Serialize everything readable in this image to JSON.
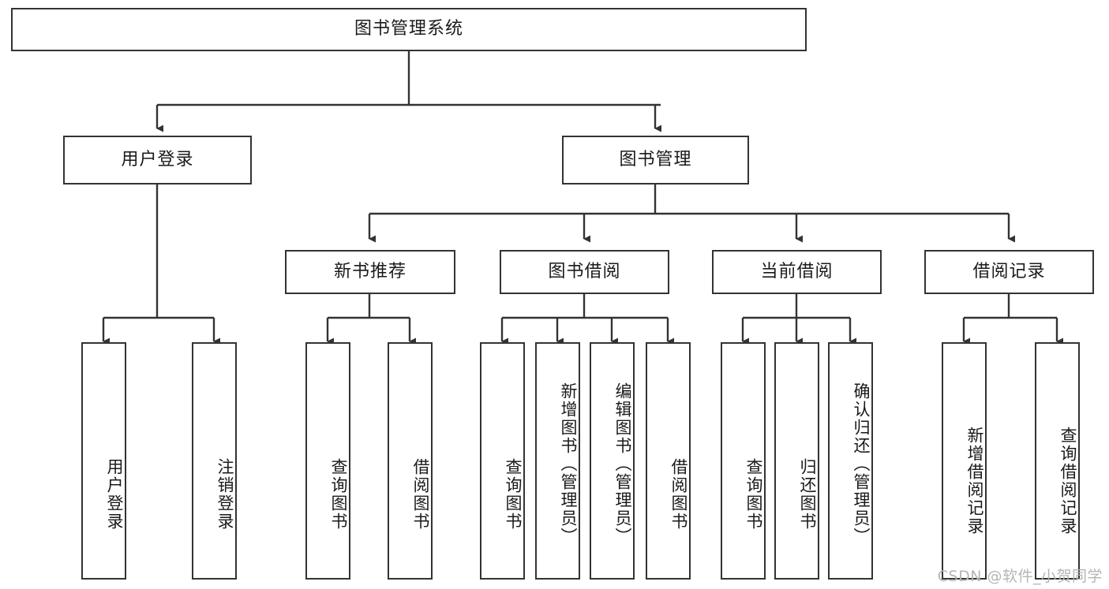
{
  "diagram": {
    "title": "图书管理系统",
    "root": {
      "label": "图书管理系统"
    },
    "level2": [
      {
        "label": "用户登录"
      },
      {
        "label": "图书管理"
      }
    ],
    "level3": [
      {
        "label": "新书推荐"
      },
      {
        "label": "图书借阅"
      },
      {
        "label": "当前借阅"
      },
      {
        "label": "借阅记录"
      }
    ],
    "leaves": {
      "user_login": [
        {
          "label": "用户登录"
        },
        {
          "label": "注销登录"
        }
      ],
      "new_book_recommend": [
        {
          "label": "查询图书"
        },
        {
          "label": "借阅图书"
        }
      ],
      "book_borrow": [
        {
          "label": "查询图书"
        },
        {
          "label": "新增图书（管理员）"
        },
        {
          "label": "编辑图书（管理员）"
        },
        {
          "label": "借阅图书"
        }
      ],
      "current_borrow": [
        {
          "label": "查询图书"
        },
        {
          "label": "归还图书"
        },
        {
          "label": "确认归还（管理员）"
        }
      ],
      "borrow_record": [
        {
          "label": "新增借阅记录"
        },
        {
          "label": "查询借阅记录"
        }
      ]
    }
  },
  "watermark": {
    "text": "CSDN @软件_小贺同学"
  },
  "colors": {
    "stroke": "#333333",
    "background": "#ffffff",
    "text": "#1a1a1a",
    "watermark": "#b5b5b5"
  }
}
